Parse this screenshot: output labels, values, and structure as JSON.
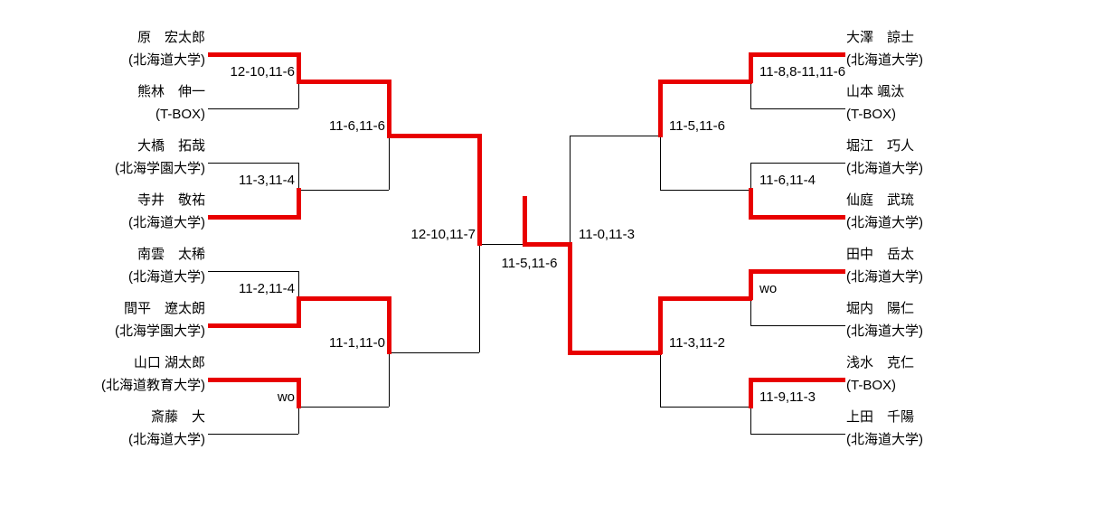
{
  "bracket": {
    "accent_color": "#e80000",
    "players": [
      {
        "name": "原　宏太郎",
        "affiliation": "(北海道大学)"
      },
      {
        "name": "熊林　伸一",
        "affiliation": "(T-BOX)"
      },
      {
        "name": "大橋　拓哉",
        "affiliation": "(北海学園大学)"
      },
      {
        "name": "寺井　敬祐",
        "affiliation": "(北海道大学)"
      },
      {
        "name": "南雲　太稀",
        "affiliation": "(北海道大学)"
      },
      {
        "name": "間平　遼太朗",
        "affiliation": "(北海学園大学)"
      },
      {
        "name": "山口 湖太郎",
        "affiliation": "(北海道教育大学)"
      },
      {
        "name": "斎藤　大",
        "affiliation": "(北海道大学)"
      },
      {
        "name": "大澤　諒士",
        "affiliation": "(北海道大学)"
      },
      {
        "name": "山本 颯汰",
        "affiliation": "(T-BOX)"
      },
      {
        "name": "堀江　巧人",
        "affiliation": "(北海道大学)"
      },
      {
        "name": "仙庭　武琉",
        "affiliation": "(北海道大学)"
      },
      {
        "name": "田中　岳太",
        "affiliation": "(北海道大学)"
      },
      {
        "name": "堀内　陽仁",
        "affiliation": "(北海道大学)"
      },
      {
        "name": "浅水　克仁",
        "affiliation": "(T-BOX)"
      },
      {
        "name": "上田　千陽",
        "affiliation": "(北海道大学)"
      }
    ],
    "scores": {
      "round1": [
        "12-10,11-6",
        "11-3,11-4",
        "11-2,11-4",
        "wo",
        "11-8,8-11,11-6",
        "11-6,11-4",
        "wo",
        "11-9,11-3"
      ],
      "quarterfinals": [
        "11-6,11-6",
        "11-1,11-0",
        "11-5,11-6",
        "11-3,11-2"
      ],
      "semifinals": [
        "12-10,11-7",
        "11-0,11-3"
      ],
      "final": "11-5,11-6"
    }
  }
}
